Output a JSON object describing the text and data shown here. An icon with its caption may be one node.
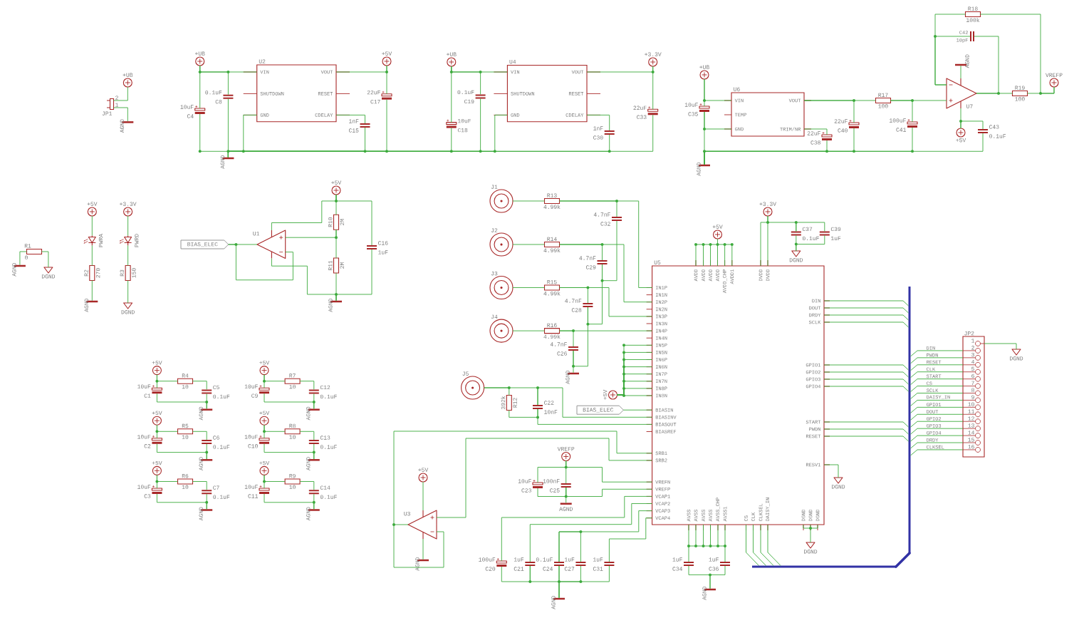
{
  "diagram": {
    "nodes": [
      {
        "text": [
          "JP1",
          "2",
          "1"
        ]
      },
      {
        "text": [
          "+UB"
        ]
      },
      {
        "text": [
          "AGND"
        ]
      },
      {
        "text": [
          "+UB"
        ]
      },
      {
        "text": [
          "10uF",
          "C4"
        ]
      },
      {
        "text": [
          "0.1uF",
          "C8"
        ]
      },
      {
        "text": [
          "U2",
          "VIN",
          "VOUT",
          "SHUTDOWN",
          "RESET",
          "GND",
          "CDELAY"
        ]
      },
      {
        "text": [
          "1nF",
          "C15"
        ]
      },
      {
        "text": [
          "+5V"
        ]
      },
      {
        "text": [
          "22uF",
          "C17"
        ]
      },
      {
        "text": [
          "AGND"
        ]
      },
      {
        "text": [
          "+UB"
        ]
      },
      {
        "text": [
          "10uF",
          "C18"
        ]
      },
      {
        "text": [
          "0.1uF",
          "C19"
        ]
      },
      {
        "text": [
          "U4",
          "VIN",
          "VOUT",
          "SHUTDOWN",
          "RESET",
          "GND",
          "CDELAY"
        ]
      },
      {
        "text": [
          "1nF",
          "C30"
        ]
      },
      {
        "text": [
          "+3.3V"
        ]
      },
      {
        "text": [
          "22uF",
          "C33"
        ]
      },
      {
        "text": [
          "+UB"
        ]
      },
      {
        "text": [
          "10uF",
          "C35"
        ]
      },
      {
        "text": [
          "U6",
          "VIN",
          "VOUT",
          "TEMP",
          "GND",
          "TRIM/NR"
        ]
      },
      {
        "text": [
          "22uF",
          "C38"
        ]
      },
      {
        "text": [
          "22uF",
          "C40"
        ]
      },
      {
        "text": [
          "R17",
          "100"
        ]
      },
      {
        "text": [
          "100uF",
          "C41"
        ]
      },
      {
        "text": [
          "AGND"
        ]
      },
      {
        "text": [
          "R18",
          "100k"
        ]
      },
      {
        "text": [
          "C42",
          "10pF"
        ]
      },
      {
        "text": [
          "AGND"
        ]
      },
      {
        "text": [
          "U7"
        ]
      },
      {
        "text": [
          "+5V"
        ]
      },
      {
        "text": [
          "C43",
          "0.1uF"
        ]
      },
      {
        "text": [
          "R19",
          "100"
        ]
      },
      {
        "text": [
          "VREFP"
        ]
      },
      {
        "text": [
          "R1",
          "0"
        ]
      },
      {
        "text": [
          "AGND"
        ]
      },
      {
        "text": [
          "DGND"
        ]
      },
      {
        "text": [
          "+5V"
        ]
      },
      {
        "text": [
          "PWRA"
        ]
      },
      {
        "text": [
          "R2",
          "270"
        ]
      },
      {
        "text": [
          "AGND"
        ]
      },
      {
        "text": [
          "+3.3V"
        ]
      },
      {
        "text": [
          "PWRD"
        ]
      },
      {
        "text": [
          "R3",
          "150"
        ]
      },
      {
        "text": [
          "DGND"
        ]
      },
      {
        "text": [
          "BIAS_ELEC"
        ]
      },
      {
        "text": [
          "U1"
        ]
      },
      {
        "text": [
          "+5V"
        ]
      },
      {
        "text": [
          "R10",
          "2M"
        ]
      },
      {
        "text": [
          "R11",
          "2M"
        ]
      },
      {
        "text": [
          "C16",
          "1uF"
        ]
      },
      {
        "text": [
          "AGND"
        ]
      },
      {
        "text": [
          "+5V"
        ]
      },
      {
        "text": [
          "10uF",
          "C1"
        ]
      },
      {
        "text": [
          "R4",
          "10"
        ]
      },
      {
        "text": [
          "C5",
          "0.1uF"
        ]
      },
      {
        "text": [
          "AGND"
        ]
      },
      {
        "text": [
          "+5V"
        ]
      },
      {
        "text": [
          "10uF",
          "C9"
        ]
      },
      {
        "text": [
          "R7",
          "10"
        ]
      },
      {
        "text": [
          "C12",
          "0.1uF"
        ]
      },
      {
        "text": [
          "AGND"
        ]
      },
      {
        "text": [
          "+5V"
        ]
      },
      {
        "text": [
          "10uF",
          "C2"
        ]
      },
      {
        "text": [
          "R5",
          "10"
        ]
      },
      {
        "text": [
          "C6",
          "0.1uF"
        ]
      },
      {
        "text": [
          "AGND"
        ]
      },
      {
        "text": [
          "+5V"
        ]
      },
      {
        "text": [
          "10uF",
          "C10"
        ]
      },
      {
        "text": [
          "R8",
          "10"
        ]
      },
      {
        "text": [
          "C13",
          "0.1uF"
        ]
      },
      {
        "text": [
          "AGND"
        ]
      },
      {
        "text": [
          "+5V"
        ]
      },
      {
        "text": [
          "10uF",
          "C3"
        ]
      },
      {
        "text": [
          "R6",
          "10"
        ]
      },
      {
        "text": [
          "C7",
          "0.1uF"
        ]
      },
      {
        "text": [
          "AGND"
        ]
      },
      {
        "text": [
          "+5V"
        ]
      },
      {
        "text": [
          "10uF",
          "C11"
        ]
      },
      {
        "text": [
          "R9",
          "10"
        ]
      },
      {
        "text": [
          "C14",
          "0.1uF"
        ]
      },
      {
        "text": [
          "AGND"
        ]
      },
      {
        "text": [
          "J1"
        ]
      },
      {
        "text": [
          "R13",
          "4.99k"
        ]
      },
      {
        "text": [
          "4.7nF",
          "C32"
        ]
      },
      {
        "text": [
          "J2"
        ]
      },
      {
        "text": [
          "R14",
          "4.99k"
        ]
      },
      {
        "text": [
          "4.7nF",
          "C29"
        ]
      },
      {
        "text": [
          "J3"
        ]
      },
      {
        "text": [
          "R15",
          "4.99k"
        ]
      },
      {
        "text": [
          "4.7nF",
          "C28"
        ]
      },
      {
        "text": [
          "J4"
        ]
      },
      {
        "text": [
          "R16",
          "4.99k"
        ]
      },
      {
        "text": [
          "4.7nF",
          "C26"
        ]
      },
      {
        "text": [
          "AGND"
        ]
      },
      {
        "text": [
          "J5"
        ]
      },
      {
        "text": [
          "392k",
          "R12"
        ]
      },
      {
        "text": [
          "C22",
          "10nF"
        ]
      },
      {
        "text": [
          "+5V"
        ]
      },
      {
        "text": [
          "BIAS_ELEC"
        ]
      },
      {
        "text": [
          "U5",
          "IN1P",
          "IN1N",
          "IN2P",
          "IN2N",
          "IN3P",
          "IN3N",
          "IN4P",
          "IN4N",
          "IN5P",
          "IN5N",
          "IN6P",
          "IN6N",
          "IN7P",
          "IN7N",
          "IN8P",
          "IN8N",
          "BIASIN",
          "BIASINV",
          "BIASOUT",
          "BIASREF",
          "SRB1",
          "SRB2",
          "VREFN",
          "VREFP",
          "VCAP1",
          "VCAP2",
          "VCAP3",
          "VCAP4",
          "AVDD",
          "AVDD",
          "AVDD",
          "AVDD",
          "AVDD_CHP",
          "AVDD1",
          "DVDD",
          "DVDD",
          "DIN",
          "DOUT",
          "DRDY",
          "SCLK",
          "GPIO1",
          "GPIO2",
          "GPIO3",
          "GPIO4",
          "START",
          "PWDN",
          "RESET",
          "RESV1",
          "AVSS",
          "AVSS",
          "AVSS",
          "AVSS",
          "AVSS_CHP",
          "AVSS1",
          "CS",
          "CLK",
          "CLKSEL",
          "DAISY_IN",
          "DGND",
          "DGND",
          "DGND"
        ]
      },
      {
        "text": [
          "+5V"
        ]
      },
      {
        "text": [
          "+3.3V"
        ]
      },
      {
        "text": [
          "C37",
          "0.1uF"
        ]
      },
      {
        "text": [
          "C39",
          "1uF"
        ]
      },
      {
        "text": [
          "DGND"
        ]
      },
      {
        "text": [
          "DGND"
        ]
      },
      {
        "text": [
          "DGND"
        ]
      },
      {
        "text": [
          "VREFP"
        ]
      },
      {
        "text": [
          "10uF",
          "C23"
        ]
      },
      {
        "text": [
          "100nF",
          "C25"
        ]
      },
      {
        "text": [
          "AGND"
        ]
      },
      {
        "text": [
          "100uF",
          "C20"
        ]
      },
      {
        "text": [
          "1uF",
          "C21"
        ]
      },
      {
        "text": [
          "0.1uF",
          "C24"
        ]
      },
      {
        "text": [
          "1uF",
          "C27"
        ]
      },
      {
        "text": [
          "1uF",
          "C31"
        ]
      },
      {
        "text": [
          "AGND"
        ]
      },
      {
        "text": [
          "1uF",
          "C34"
        ]
      },
      {
        "text": [
          "1uF",
          "C36"
        ]
      },
      {
        "text": [
          "AGND"
        ]
      },
      {
        "text": [
          "U3"
        ]
      },
      {
        "text": [
          "+5V"
        ]
      },
      {
        "text": [
          "AGND"
        ]
      },
      {
        "text": [
          "JP2",
          "1",
          "2",
          "3",
          "4",
          "5",
          "6",
          "7",
          "8",
          "9",
          "10",
          "11",
          "12",
          "13",
          "14",
          "15",
          "16"
        ]
      },
      {
        "text": [
          "DGND"
        ]
      },
      {
        "text": [],
        "shape": "bar"
      },
      {
        "text": [],
        "shape": "bar"
      }
    ],
    "edges": [
      {
        "from": 1,
        "to": 0,
        "arrow": "none"
      },
      {
        "from": 0,
        "to": 2,
        "arrow": "none"
      },
      {
        "from": 3,
        "to": 4,
        "arrow": "none"
      },
      {
        "from": 3,
        "to": 5,
        "arrow": "none"
      },
      {
        "from": 3,
        "to": 6,
        "arrow": "none"
      },
      {
        "from": 6,
        "to": 8,
        "arrow": "none"
      },
      {
        "from": 8,
        "to": 9,
        "arrow": "none"
      },
      {
        "from": 6,
        "to": 7,
        "arrow": "none"
      },
      {
        "from": 4,
        "to": 10,
        "arrow": "none"
      },
      {
        "from": 5,
        "to": 10,
        "arrow": "none"
      },
      {
        "from": 6,
        "to": 10,
        "arrow": "none"
      },
      {
        "from": 7,
        "to": 10,
        "arrow": "none"
      },
      {
        "from": 9,
        "to": 10,
        "arrow": "none"
      },
      {
        "from": 11,
        "to": 12,
        "arrow": "none"
      },
      {
        "from": 11,
        "to": 13,
        "arrow": "none"
      },
      {
        "from": 11,
        "to": 14,
        "arrow": "none"
      },
      {
        "from": 14,
        "to": 16,
        "arrow": "none"
      },
      {
        "from": 16,
        "to": 17,
        "arrow": "none"
      },
      {
        "from": 14,
        "to": 15,
        "arrow": "none"
      },
      {
        "from": 12,
        "to": 10,
        "arrow": "none"
      },
      {
        "from": 13,
        "to": 10,
        "arrow": "none"
      },
      {
        "from": 14,
        "to": 10,
        "arrow": "none"
      },
      {
        "from": 15,
        "to": 10,
        "arrow": "none"
      },
      {
        "from": 17,
        "to": 10,
        "arrow": "none"
      },
      {
        "from": 18,
        "to": 19,
        "arrow": "none"
      },
      {
        "from": 18,
        "to": 20,
        "arrow": "none"
      },
      {
        "from": 19,
        "to": 20,
        "arrow": "none"
      },
      {
        "from": 19,
        "to": 25,
        "arrow": "none"
      },
      {
        "from": 20,
        "to": 21,
        "arrow": "none"
      },
      {
        "from": 20,
        "to": 22,
        "arrow": "none"
      },
      {
        "from": 20,
        "to": 23,
        "arrow": "none"
      },
      {
        "from": 23,
        "to": 24,
        "arrow": "none"
      },
      {
        "from": 23,
        "to": 29,
        "arrow": "none"
      },
      {
        "from": 29,
        "to": 26,
        "arrow": "none"
      },
      {
        "from": 29,
        "to": 27,
        "arrow": "none"
      },
      {
        "from": 27,
        "to": 29,
        "arrow": "none"
      },
      {
        "from": 29,
        "to": 32,
        "arrow": "none"
      },
      {
        "from": 26,
        "to": 33,
        "arrow": "none"
      },
      {
        "from": 32,
        "to": 33,
        "arrow": "none"
      },
      {
        "from": 29,
        "to": 28,
        "arrow": "none"
      },
      {
        "from": 29,
        "to": 30,
        "arrow": "none"
      },
      {
        "from": 30,
        "to": 31,
        "arrow": "none"
      },
      {
        "from": 31,
        "to": 25,
        "arrow": "none"
      },
      {
        "from": 21,
        "to": 25,
        "arrow": "none"
      },
      {
        "from": 22,
        "to": 25,
        "arrow": "none"
      },
      {
        "from": 24,
        "to": 25,
        "arrow": "none"
      },
      {
        "from": 34,
        "to": 35,
        "arrow": "none"
      },
      {
        "from": 34,
        "to": 36,
        "arrow": "none"
      },
      {
        "from": 37,
        "to": 38,
        "arrow": "none"
      },
      {
        "from": 38,
        "to": 39,
        "arrow": "none"
      },
      {
        "from": 39,
        "to": 40,
        "arrow": "none"
      },
      {
        "from": 41,
        "to": 42,
        "arrow": "none"
      },
      {
        "from": 42,
        "to": 43,
        "arrow": "none"
      },
      {
        "from": 43,
        "to": 44,
        "arrow": "none"
      },
      {
        "from": 45,
        "to": 46,
        "arrow": "none"
      },
      {
        "from": 46,
        "to": 48,
        "arrow": "none"
      },
      {
        "from": 47,
        "to": 48,
        "arrow": "none"
      },
      {
        "from": 48,
        "to": 49,
        "arrow": "none"
      },
      {
        "from": 49,
        "to": 51,
        "arrow": "none"
      },
      {
        "from": 47,
        "to": 50,
        "arrow": "none"
      },
      {
        "from": 50,
        "to": 51,
        "arrow": "none"
      },
      {
        "from": 47,
        "to": 46,
        "arrow": "none"
      },
      {
        "from": 46,
        "to": 51,
        "arrow": "none"
      },
      {
        "from": 52,
        "to": 53,
        "arrow": "none"
      },
      {
        "from": 52,
        "to": 54,
        "arrow": "none"
      },
      {
        "from": 54,
        "to": 55,
        "arrow": "none"
      },
      {
        "from": 53,
        "to": 56,
        "arrow": "none"
      },
      {
        "from": 55,
        "to": 56,
        "arrow": "none"
      },
      {
        "from": 57,
        "to": 58,
        "arrow": "none"
      },
      {
        "from": 57,
        "to": 59,
        "arrow": "none"
      },
      {
        "from": 59,
        "to": 60,
        "arrow": "none"
      },
      {
        "from": 58,
        "to": 61,
        "arrow": "none"
      },
      {
        "from": 60,
        "to": 61,
        "arrow": "none"
      },
      {
        "from": 62,
        "to": 63,
        "arrow": "none"
      },
      {
        "from": 62,
        "to": 64,
        "arrow": "none"
      },
      {
        "from": 64,
        "to": 65,
        "arrow": "none"
      },
      {
        "from": 63,
        "to": 66,
        "arrow": "none"
      },
      {
        "from": 65,
        "to": 66,
        "arrow": "none"
      },
      {
        "from": 67,
        "to": 68,
        "arrow": "none"
      },
      {
        "from": 67,
        "to": 69,
        "arrow": "none"
      },
      {
        "from": 69,
        "to": 70,
        "arrow": "none"
      },
      {
        "from": 68,
        "to": 71,
        "arrow": "none"
      },
      {
        "from": 70,
        "to": 71,
        "arrow": "none"
      },
      {
        "from": 72,
        "to": 73,
        "arrow": "none"
      },
      {
        "from": 72,
        "to": 74,
        "arrow": "none"
      },
      {
        "from": 74,
        "to": 75,
        "arrow": "none"
      },
      {
        "from": 73,
        "to": 76,
        "arrow": "none"
      },
      {
        "from": 75,
        "to": 76,
        "arrow": "none"
      },
      {
        "from": 77,
        "to": 78,
        "arrow": "none"
      },
      {
        "from": 77,
        "to": 79,
        "arrow": "none"
      },
      {
        "from": 79,
        "to": 80,
        "arrow": "none"
      },
      {
        "from": 78,
        "to": 81,
        "arrow": "none"
      },
      {
        "from": 80,
        "to": 81,
        "arrow": "none"
      },
      {
        "from": 82,
        "to": 83,
        "arrow": "none"
      },
      {
        "from": 83,
        "to": 84,
        "arrow": "none"
      },
      {
        "from": 83,
        "to": 100,
        "arrow": "none"
      },
      {
        "from": 85,
        "to": 86,
        "arrow": "none"
      },
      {
        "from": 86,
        "to": 87,
        "arrow": "none"
      },
      {
        "from": 86,
        "to": 100,
        "arrow": "none"
      },
      {
        "from": 88,
        "to": 89,
        "arrow": "none"
      },
      {
        "from": 89,
        "to": 90,
        "arrow": "none"
      },
      {
        "from": 89,
        "to": 100,
        "arrow": "none"
      },
      {
        "from": 91,
        "to": 92,
        "arrow": "none"
      },
      {
        "from": 92,
        "to": 93,
        "arrow": "none"
      },
      {
        "from": 92,
        "to": 100,
        "arrow": "none"
      },
      {
        "from": 84,
        "to": 87,
        "arrow": "none"
      },
      {
        "from": 87,
        "to": 90,
        "arrow": "none"
      },
      {
        "from": 90,
        "to": 93,
        "arrow": "none"
      },
      {
        "from": 93,
        "to": 94,
        "arrow": "none"
      },
      {
        "from": 98,
        "to": 100,
        "arrow": "none"
      },
      {
        "from": 98,
        "to": 100,
        "arrow": "none"
      },
      {
        "from": 98,
        "to": 100,
        "arrow": "none"
      },
      {
        "from": 98,
        "to": 100,
        "arrow": "none"
      },
      {
        "from": 98,
        "to": 100,
        "arrow": "none"
      },
      {
        "from": 98,
        "to": 100,
        "arrow": "none"
      },
      {
        "from": 98,
        "to": 100,
        "arrow": "none"
      },
      {
        "from": 98,
        "to": 100,
        "arrow": "none"
      },
      {
        "from": 95,
        "to": 96,
        "arrow": "none"
      },
      {
        "from": 95,
        "to": 97,
        "arrow": "none"
      },
      {
        "from": 97,
        "to": 100,
        "arrow": "none"
      },
      {
        "from": 96,
        "to": 97,
        "arrow": "none"
      },
      {
        "from": 97,
        "to": 100,
        "arrow": "none"
      },
      {
        "from": 99,
        "to": 100,
        "arrow": "none"
      },
      {
        "from": 121,
        "to": 100,
        "arrow": "none"
      },
      {
        "from": 121,
        "to": 100,
        "arrow": "none"
      },
      {
        "from": 122,
        "to": 121,
        "arrow": "none"
      },
      {
        "from": 121,
        "to": 123,
        "arrow": "none"
      },
      {
        "from": 108,
        "to": 110,
        "arrow": "none"
      },
      {
        "from": 108,
        "to": 109,
        "arrow": "none"
      },
      {
        "from": 108,
        "to": 100,
        "arrow": "none"
      },
      {
        "from": 110,
        "to": 109,
        "arrow": "none"
      },
      {
        "from": 110,
        "to": 111,
        "arrow": "none"
      },
      {
        "from": 110,
        "to": 100,
        "arrow": "none"
      },
      {
        "from": 100,
        "to": 112,
        "arrow": "none"
      },
      {
        "from": 100,
        "to": 113,
        "arrow": "none"
      },
      {
        "from": 100,
        "to": 114,
        "arrow": "none"
      },
      {
        "from": 114,
        "to": 115,
        "arrow": "none"
      },
      {
        "from": 100,
        "to": 116,
        "arrow": "none"
      },
      {
        "from": 112,
        "to": 113,
        "arrow": "none"
      },
      {
        "from": 113,
        "to": 114,
        "arrow": "none"
      },
      {
        "from": 114,
        "to": 117,
        "arrow": "none"
      },
      {
        "from": 115,
        "to": 117,
        "arrow": "none"
      },
      {
        "from": 116,
        "to": 117,
        "arrow": "none"
      },
      {
        "from": 100,
        "to": 118,
        "arrow": "none"
      },
      {
        "from": 100,
        "to": 119,
        "arrow": "none"
      },
      {
        "from": 118,
        "to": 120,
        "arrow": "none"
      },
      {
        "from": 119,
        "to": 120,
        "arrow": "none"
      },
      {
        "from": 101,
        "to": 100,
        "arrow": "none"
      },
      {
        "from": 102,
        "to": 100,
        "arrow": "none"
      },
      {
        "from": 102,
        "to": 103,
        "arrow": "none"
      },
      {
        "from": 103,
        "to": 104,
        "arrow": "none"
      },
      {
        "from": 103,
        "to": 105,
        "arrow": "none"
      },
      {
        "from": 104,
        "to": 105,
        "arrow": "none"
      },
      {
        "from": 100,
        "to": 107,
        "arrow": "none"
      },
      {
        "from": 100,
        "to": 106,
        "arrow": "none"
      },
      {
        "from": 100,
        "to": 126,
        "arrow": "none"
      },
      {
        "from": 100,
        "to": 126,
        "arrow": "none"
      },
      {
        "from": 100,
        "to": 126,
        "arrow": "none"
      },
      {
        "from": 100,
        "to": 126,
        "arrow": "none"
      },
      {
        "from": 100,
        "to": 126,
        "arrow": "none"
      },
      {
        "from": 100,
        "to": 126,
        "arrow": "none"
      },
      {
        "from": 100,
        "to": 126,
        "arrow": "none"
      },
      {
        "from": 100,
        "to": 126,
        "arrow": "none"
      },
      {
        "from": 100,
        "to": 126,
        "arrow": "none"
      },
      {
        "from": 100,
        "to": 126,
        "arrow": "none"
      },
      {
        "from": 100,
        "to": 126,
        "arrow": "none"
      },
      {
        "from": 100,
        "to": 127,
        "arrow": "none"
      },
      {
        "from": 100,
        "to": 127,
        "arrow": "none"
      },
      {
        "from": 100,
        "to": 127,
        "arrow": "none"
      },
      {
        "from": 100,
        "to": 127,
        "arrow": "none"
      },
      {
        "from": 126,
        "to": 124,
        "arrow": "none",
        "label": "DIN"
      },
      {
        "from": 126,
        "to": 124,
        "arrow": "none",
        "label": "PWDN"
      },
      {
        "from": 126,
        "to": 124,
        "arrow": "none",
        "label": "RESET"
      },
      {
        "from": 126,
        "to": 124,
        "arrow": "none",
        "label": "CLK"
      },
      {
        "from": 126,
        "to": 124,
        "arrow": "none",
        "label": "START"
      },
      {
        "from": 126,
        "to": 124,
        "arrow": "none",
        "label": "CS"
      },
      {
        "from": 126,
        "to": 124,
        "arrow": "none",
        "label": "SCLK"
      },
      {
        "from": 126,
        "to": 124,
        "arrow": "none",
        "label": "DAISY_IN"
      },
      {
        "from": 126,
        "to": 124,
        "arrow": "none",
        "label": "GPIO1"
      },
      {
        "from": 126,
        "to": 124,
        "arrow": "none",
        "label": "DOUT"
      },
      {
        "from": 126,
        "to": 124,
        "arrow": "none",
        "label": "GPIO2"
      },
      {
        "from": 126,
        "to": 124,
        "arrow": "none",
        "label": "GPIO3"
      },
      {
        "from": 126,
        "to": 124,
        "arrow": "none",
        "label": "GPIO4"
      },
      {
        "from": 126,
        "to": 124,
        "arrow": "none",
        "label": "DRDY"
      },
      {
        "from": 126,
        "to": 124,
        "arrow": "none",
        "label": "CLKSEL"
      },
      {
        "from": 124,
        "to": 125,
        "arrow": "none"
      },
      {
        "from": 45,
        "to": 46,
        "arrow": "none"
      },
      {
        "from": 127,
        "to": 126,
        "arrow": "none",
        "style": "thick",
        "color": "#3232a5"
      }
    ]
  }
}
